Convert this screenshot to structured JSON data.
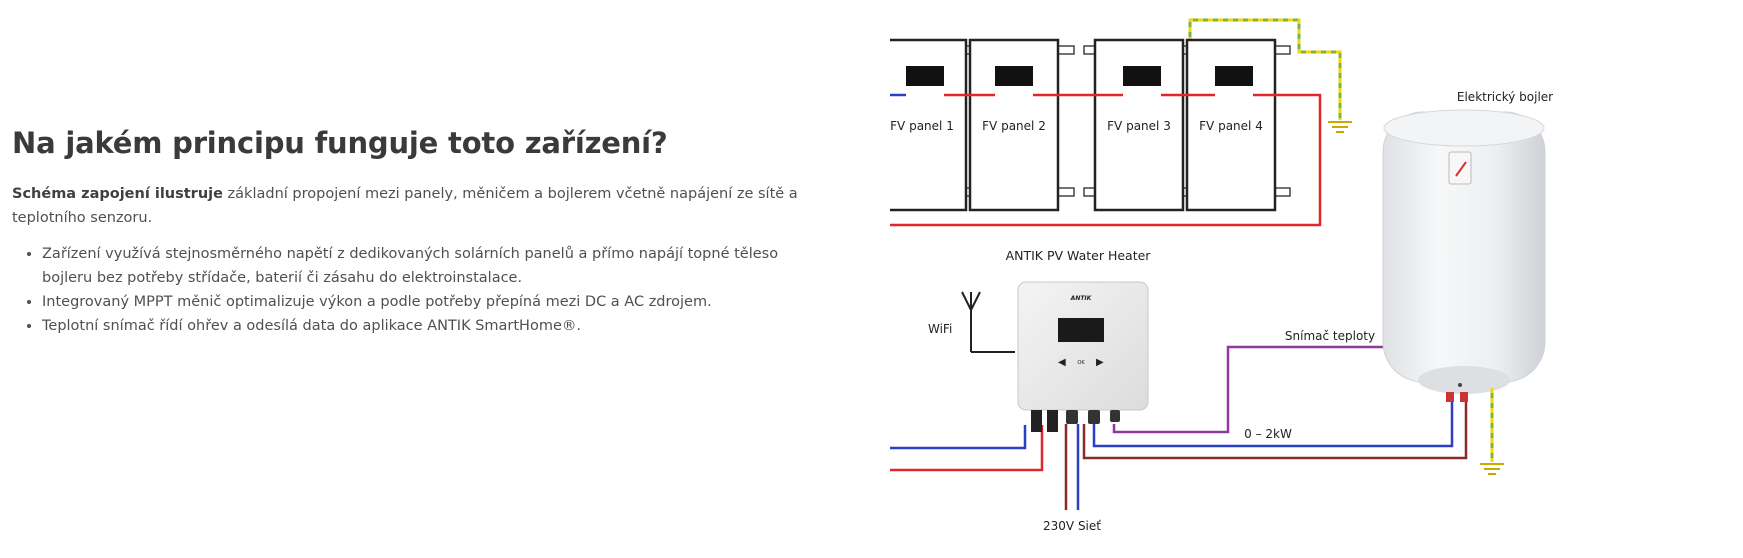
{
  "article": {
    "title": "Na jakém principu funguje toto zařízení?",
    "intro_bold": "Schéma zapojení ilustruje",
    "intro_rest": " základní propojení mezi panely, měničem a bojlerem včetně napájení ze sítě a teplotního senzoru.",
    "bullets": [
      "Zařízení využívá stejnosměrného napětí z dedikovaných solárních panelů a přímo napájí topné těleso bojleru bez potřeby střídače, baterií či zásahu do elektroinstalace.",
      "Integrovaný MPPT měnič optimalizuje výkon a podle potřeby přepíná mezi DC a AC zdrojem.",
      "Teplotní snímač řídí ohřev a odesílá data do aplikace ANTIK SmartHome®."
    ]
  },
  "diagram": {
    "panels": [
      "FV panel 1",
      "FV panel 2",
      "FV panel 3",
      "FV panel 4"
    ],
    "boiler_label": "Elektrický bojler",
    "device_title": "ANTIK PV Water Heater",
    "device_brand": "ANTIK",
    "device_ok": "OK",
    "wifi_label": "WiFi",
    "sensor_label": "Snímač teploty",
    "power_label": "0 – 2kW",
    "grid_label": "230V Sieť",
    "colors": {
      "dc_positive": "#e0282a",
      "dc_negative": "#2b3fc4",
      "ground": "#7cb342",
      "ground_stripe": "#f2d50f",
      "sensor_wire": "#8e3a9a",
      "ac_brown": "#8b2a2a"
    }
  }
}
